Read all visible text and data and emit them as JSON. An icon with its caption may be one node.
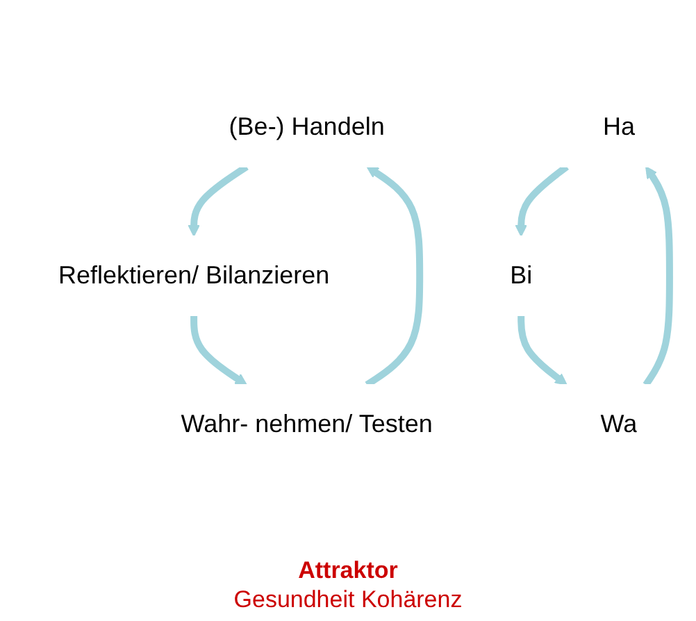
{
  "diagram": {
    "nodes": [
      {
        "text": [
          "(Be-) Handeln"
        ]
      },
      {
        "text": [
          "Reflektieren/ Bilanzieren"
        ]
      },
      {
        "text": [
          "Wahr- nehmen/ Testen"
        ]
      },
      {
        "text": [
          "Ha"
        ]
      },
      {
        "text": [
          "Bi"
        ]
      },
      {
        "text": [
          "Wa"
        ]
      }
    ],
    "edges": [
      {
        "from": 0,
        "to": 1,
        "arrow": "to"
      },
      {
        "from": 1,
        "to": 2,
        "arrow": "to"
      },
      {
        "from": 2,
        "to": 0,
        "arrow": "to"
      },
      {
        "from": 3,
        "to": 4,
        "arrow": "to"
      },
      {
        "from": 4,
        "to": 5,
        "arrow": "to"
      },
      {
        "from": 5,
        "to": 3,
        "arrow": "to"
      }
    ],
    "labels": [
      "Attraktor",
      "Gesundheit Kohärenz"
    ]
  }
}
